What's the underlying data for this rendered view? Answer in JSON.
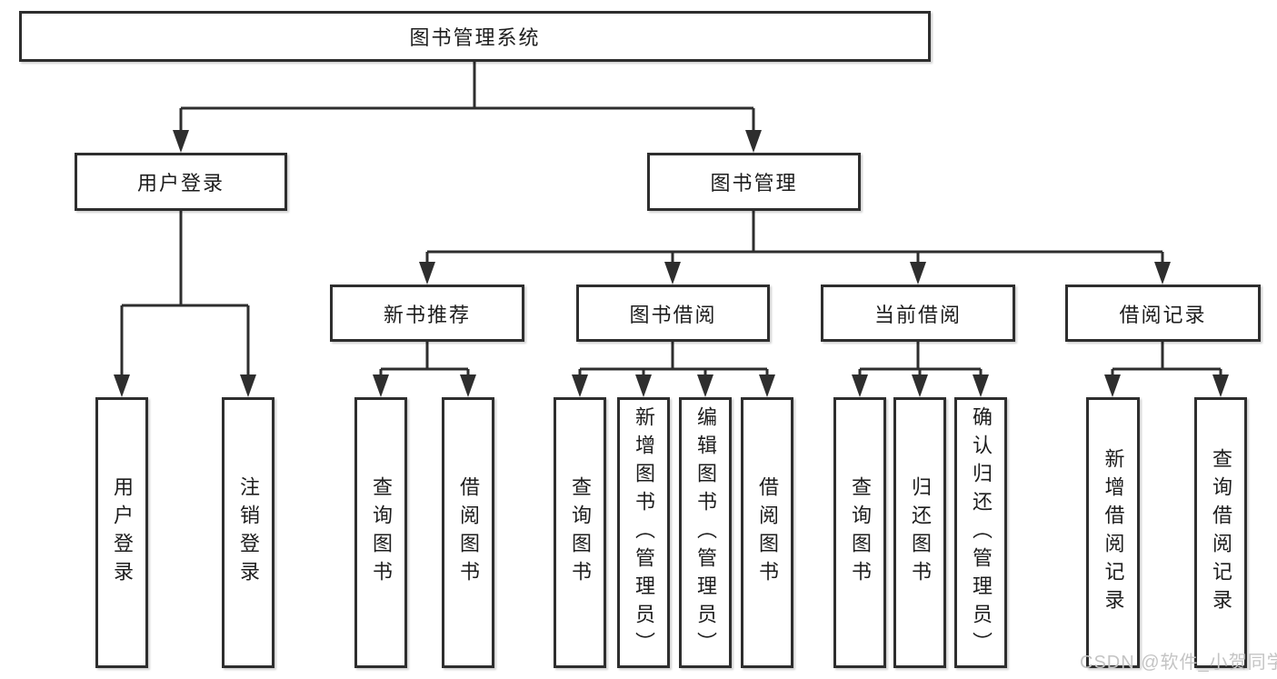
{
  "diagram": {
    "title": "图书管理系统",
    "branches": [
      {
        "label": "用户登录",
        "children": [
          "用户登录",
          "注销登录"
        ]
      },
      {
        "label": "图书管理",
        "children": [
          {
            "label": "新书推荐",
            "children": [
              "查询图书",
              "借阅图书"
            ]
          },
          {
            "label": "图书借阅",
            "children": [
              "查询图书",
              "新增图书（管理员）",
              "编辑图书（管理员）",
              "借阅图书"
            ]
          },
          {
            "label": "当前借阅",
            "children": [
              "查询图书",
              "归还图书",
              "确认归还（管理员）"
            ]
          },
          {
            "label": "借阅记录",
            "children": [
              "新增借阅记录",
              "查询借阅记录"
            ]
          }
        ]
      }
    ]
  },
  "watermark": "CSDN @软件_小贺同学",
  "colors": {
    "line": "#2e2e2e",
    "box_border": "#2e2e2e",
    "text": "#1d1d1d",
    "watermark": "#c4c4c4",
    "background": "#ffffff"
  }
}
